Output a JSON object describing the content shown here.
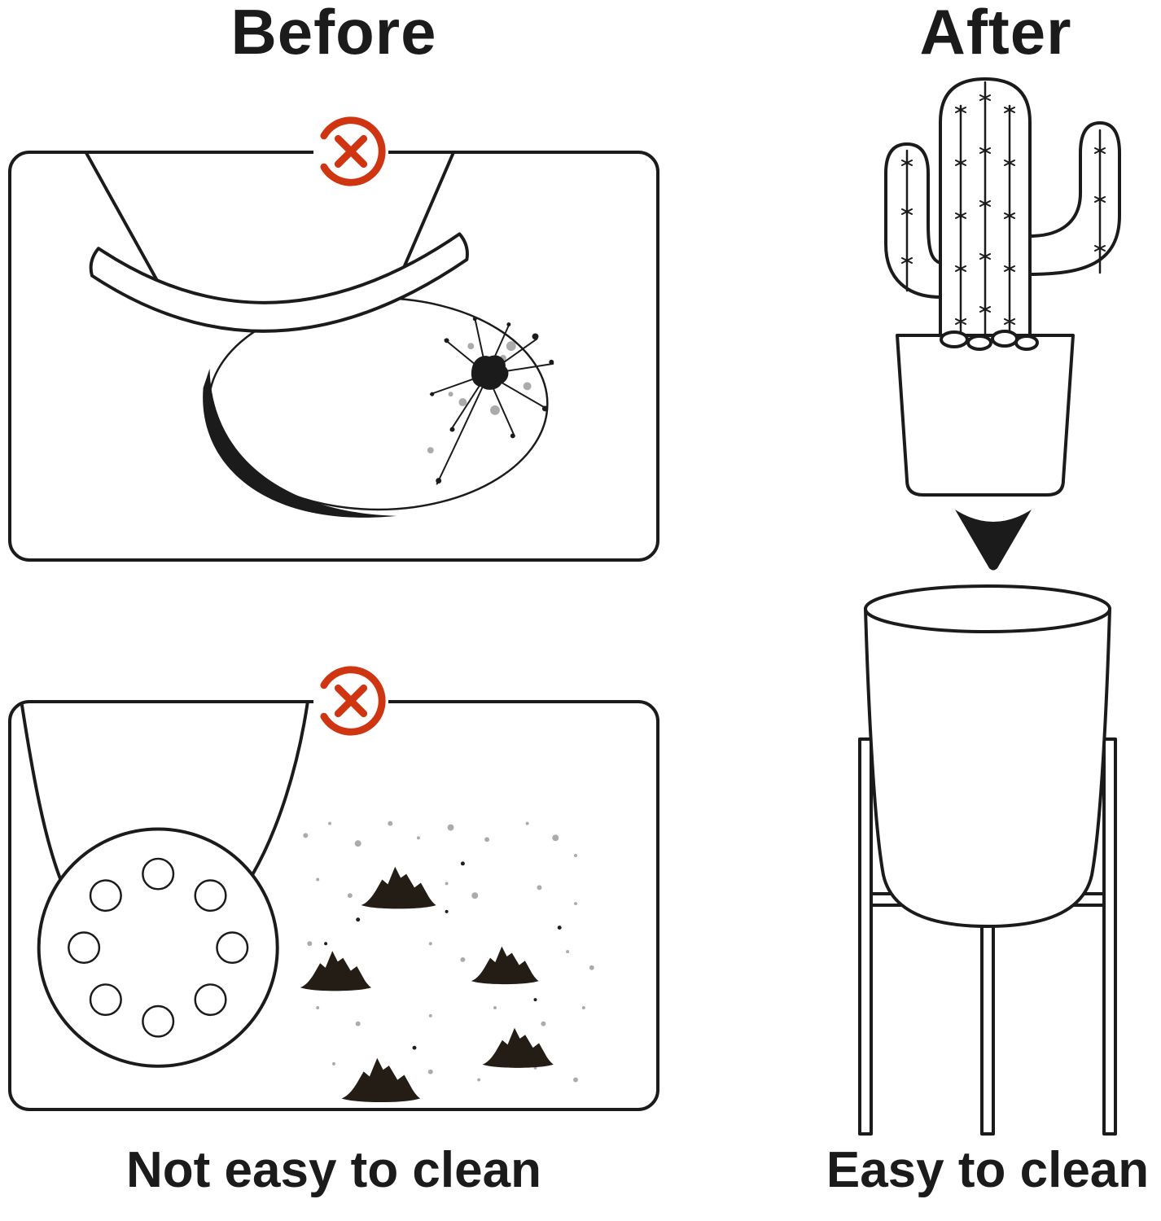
{
  "graphic": {
    "titles": {
      "before": "Before",
      "after": "After"
    },
    "captions": {
      "before": "Not easy to clean",
      "after": "Easy to clean"
    }
  },
  "icons": {
    "prohibited": "circle-x-prohibited",
    "down_arrow": "solid-down-arrow"
  },
  "illustrations": {
    "before_top": "tilted pot on saucer with water stain",
    "before_bottom": "pot drainage holes with spilled dirt",
    "after_top": "cactus in square pot",
    "after_bottom": "cylinder planter on metal stand"
  },
  "colors": {
    "ink": "#1b1b1b",
    "accent_red": "#cf3511",
    "dirt": "#241d16",
    "speck": "#8f8f8f"
  }
}
